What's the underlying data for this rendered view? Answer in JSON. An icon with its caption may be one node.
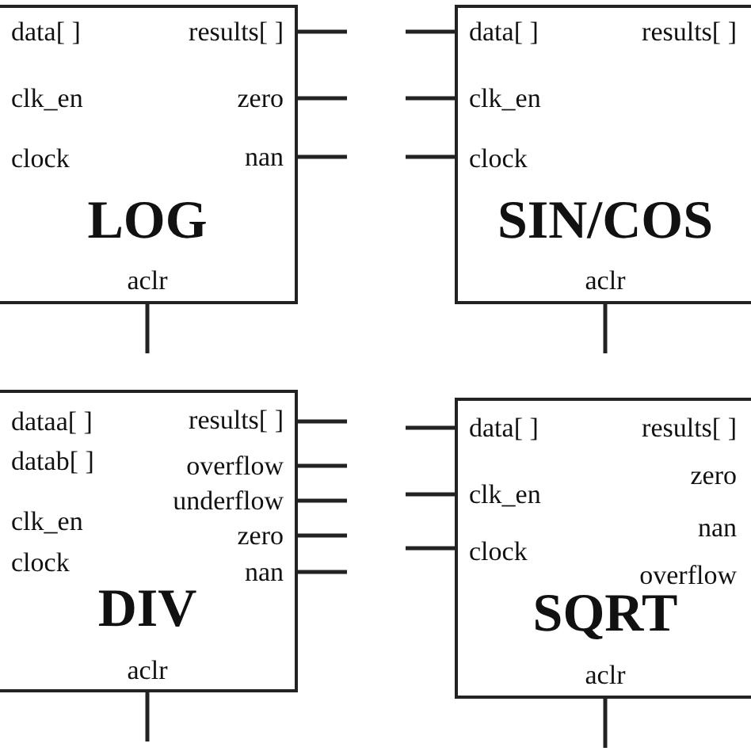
{
  "diagram": {
    "nodes": [
      {
        "text": [
          "data[ ]",
          "results[ ]",
          "clk_en",
          "zero",
          "clock",
          "nan",
          "LOG",
          "aclr"
        ]
      },
      {
        "text": [
          "data[ ]",
          "results[ ]",
          "clk_en",
          "clock",
          "SIN/COS",
          "aclr"
        ]
      },
      {
        "text": [
          "dataa[ ]",
          "results[ ]",
          "datab[ ]",
          "overflow",
          "underflow",
          "clk_en",
          "zero",
          "clock",
          "nan",
          "DIV",
          "aclr"
        ]
      },
      {
        "text": [
          "data[ ]",
          "results[ ]",
          "zero",
          "clk_en",
          "nan",
          "clock",
          "overflow",
          "SQRT",
          "aclr"
        ]
      }
    ],
    "edges": [
      {
        "from": 0,
        "to": null,
        "arrow": "none"
      },
      {
        "from": 0,
        "to": null,
        "arrow": "none"
      },
      {
        "from": 0,
        "to": null,
        "arrow": "none"
      },
      {
        "from": null,
        "to": 0,
        "arrow": "none"
      },
      {
        "from": null,
        "to": 1,
        "arrow": "none"
      },
      {
        "from": null,
        "to": 1,
        "arrow": "none"
      },
      {
        "from": null,
        "to": 1,
        "arrow": "none"
      },
      {
        "from": null,
        "to": 1,
        "arrow": "none"
      },
      {
        "from": 2,
        "to": null,
        "arrow": "none"
      },
      {
        "from": 2,
        "to": null,
        "arrow": "none"
      },
      {
        "from": 2,
        "to": null,
        "arrow": "none"
      },
      {
        "from": 2,
        "to": null,
        "arrow": "none"
      },
      {
        "from": 2,
        "to": null,
        "arrow": "none"
      },
      {
        "from": null,
        "to": 2,
        "arrow": "none"
      },
      {
        "from": null,
        "to": 3,
        "arrow": "none"
      },
      {
        "from": null,
        "to": 3,
        "arrow": "none"
      },
      {
        "from": null,
        "to": 3,
        "arrow": "none"
      },
      {
        "from": null,
        "to": 3,
        "arrow": "none"
      }
    ]
  }
}
